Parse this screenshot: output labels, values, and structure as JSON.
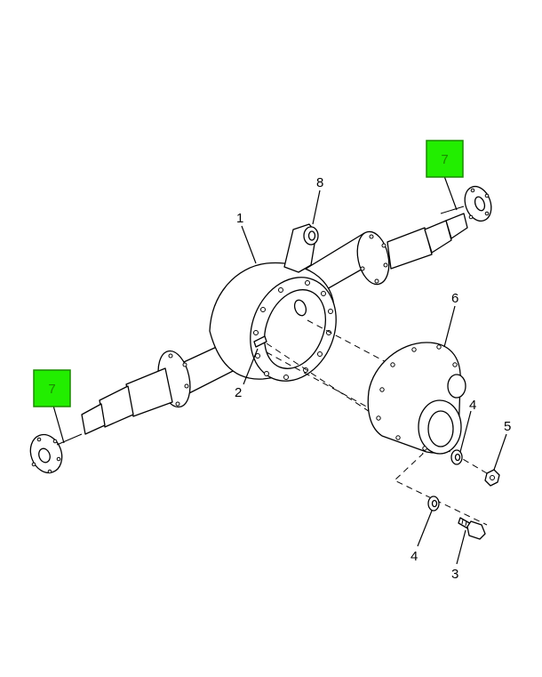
{
  "callouts": {
    "housing": "1",
    "stud": "2",
    "bolt": "3",
    "washer_a": "4",
    "washer_b": "4",
    "nut": "5",
    "cover": "6",
    "shaft_right": "7",
    "shaft_left": "7",
    "bracket": "8"
  },
  "highlight_color": "#22ee00"
}
